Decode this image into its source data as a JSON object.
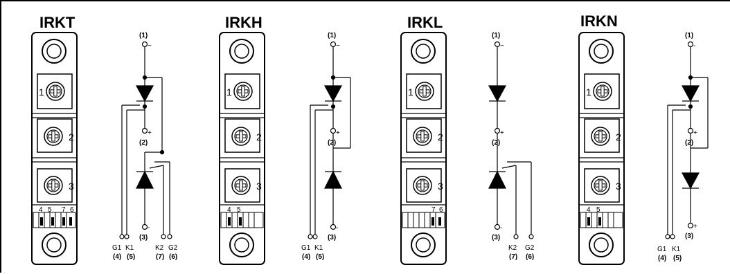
{
  "panels": [
    {
      "title": "IRKT",
      "terminal_numbers": [
        "1",
        "2",
        "3"
      ],
      "pin_labels": [
        "4",
        "5",
        "7",
        "6"
      ],
      "nodes": {
        "top": {
          "id": "(1)",
          "sign": "~"
        },
        "mid": {
          "id": "(2)",
          "sign": "+"
        },
        "bot": {
          "id": "(3)",
          "sign": "-"
        }
      },
      "gates": [
        {
          "name": "G1",
          "id": "(4)"
        },
        {
          "name": "K1",
          "id": "(5)"
        },
        {
          "name": "K2",
          "id": "(7)"
        },
        {
          "name": "G2",
          "id": "(6)"
        }
      ]
    },
    {
      "title": "IRKH",
      "terminal_numbers": [
        "1",
        "2",
        "3"
      ],
      "pin_labels": [
        "4",
        "5"
      ],
      "nodes": {
        "top": {
          "id": "(1)",
          "sign": "~"
        },
        "mid": {
          "id": "(2)",
          "sign": "+"
        },
        "bot": {
          "id": "(3)",
          "sign": "-"
        }
      },
      "gates": [
        {
          "name": "G1",
          "id": "(4)"
        },
        {
          "name": "K1",
          "id": "(5)"
        }
      ]
    },
    {
      "title": "IRKL",
      "terminal_numbers": [
        "1",
        "2",
        "3"
      ],
      "pin_labels": [
        "7",
        "6"
      ],
      "nodes": {
        "top": {
          "id": "(1)",
          "sign": "~"
        },
        "mid": {
          "id": "(2)",
          "sign": "+"
        },
        "bot": {
          "id": "(3)",
          "sign": "-"
        }
      },
      "gates": [
        {
          "name": "K2",
          "id": "(7)"
        },
        {
          "name": "G2",
          "id": "(6)"
        }
      ]
    },
    {
      "title": "IRKN",
      "terminal_numbers": [
        "1",
        "2",
        "3"
      ],
      "pin_labels": [
        "4",
        "5"
      ],
      "nodes": {
        "top": {
          "id": "(1)",
          "sign": "-"
        },
        "mid": {
          "id": "(2)",
          "sign": "+"
        },
        "bot": {
          "id": "(3)",
          "sign": "+"
        }
      },
      "gates": [
        {
          "name": "G1",
          "id": "(4)"
        },
        {
          "name": "K1",
          "id": "(5)"
        }
      ]
    }
  ]
}
